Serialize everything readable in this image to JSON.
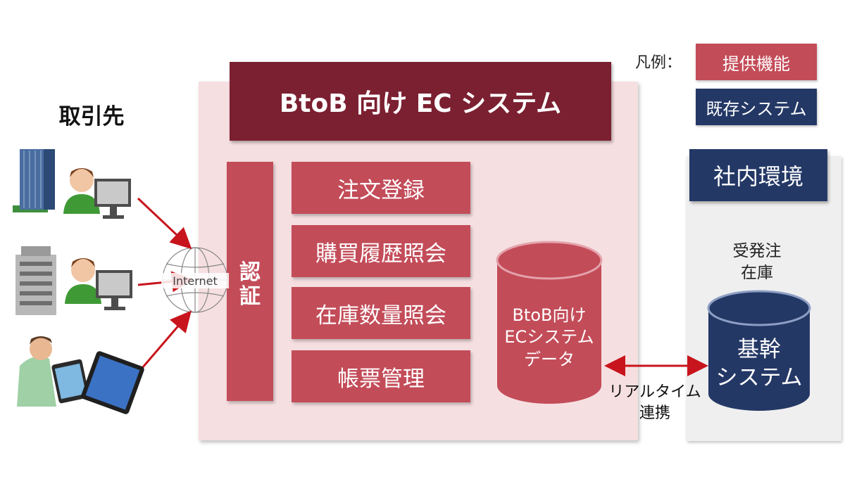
{
  "legend": {
    "label": "凡例：",
    "provided": "提供機能",
    "existing": "既存システム",
    "provided_color": "#c34c59",
    "existing_color": "#243866"
  },
  "partners": {
    "label": "取引先"
  },
  "internet": {
    "label": "Internet"
  },
  "ec_system": {
    "title": "BtoB 向け EC システム",
    "title_color": "#7b2031",
    "auth": "認\n証",
    "functions": [
      "注文登録",
      "購買履歴照会",
      "在庫数量照会",
      "帳票管理"
    ],
    "database": "BtoB向け\nECシステム\nデータ"
  },
  "intranet": {
    "title": "社内環境",
    "data": "受発注\n在庫",
    "core_system": "基幹\nシステム"
  },
  "link": {
    "label": "リアルタイム\n連携"
  },
  "icons": [
    "building-icon",
    "person-icon",
    "monitor-icon",
    "globe-icon",
    "lock-icon",
    "tablet-icon",
    "smartphone-icon",
    "database-icon"
  ]
}
